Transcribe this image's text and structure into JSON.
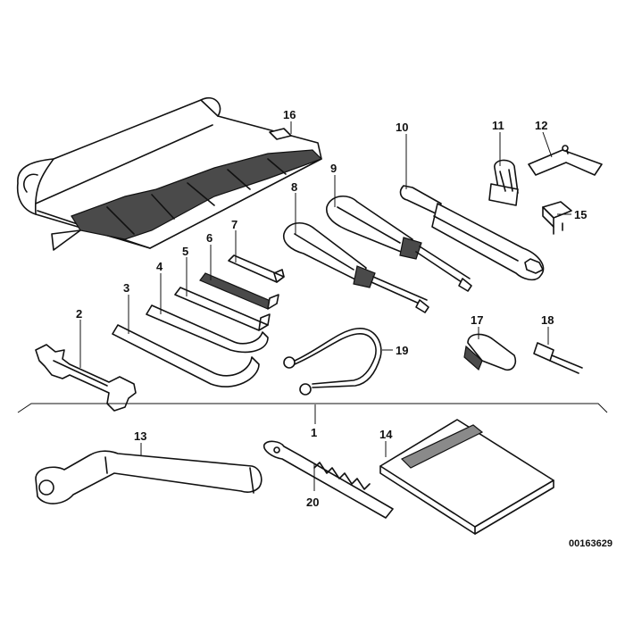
{
  "callouts": {
    "c1": "1",
    "c2": "2",
    "c3": "3",
    "c4": "4",
    "c5": "5",
    "c6": "6",
    "c7": "7",
    "c8": "8",
    "c9": "9",
    "c10": "10",
    "c11": "11",
    "c12": "12",
    "c13": "13",
    "c14": "14",
    "c15": "15",
    "c16": "16",
    "c17": "17",
    "c18": "18",
    "c19": "19",
    "c20": "20"
  },
  "document_id": "00163629"
}
